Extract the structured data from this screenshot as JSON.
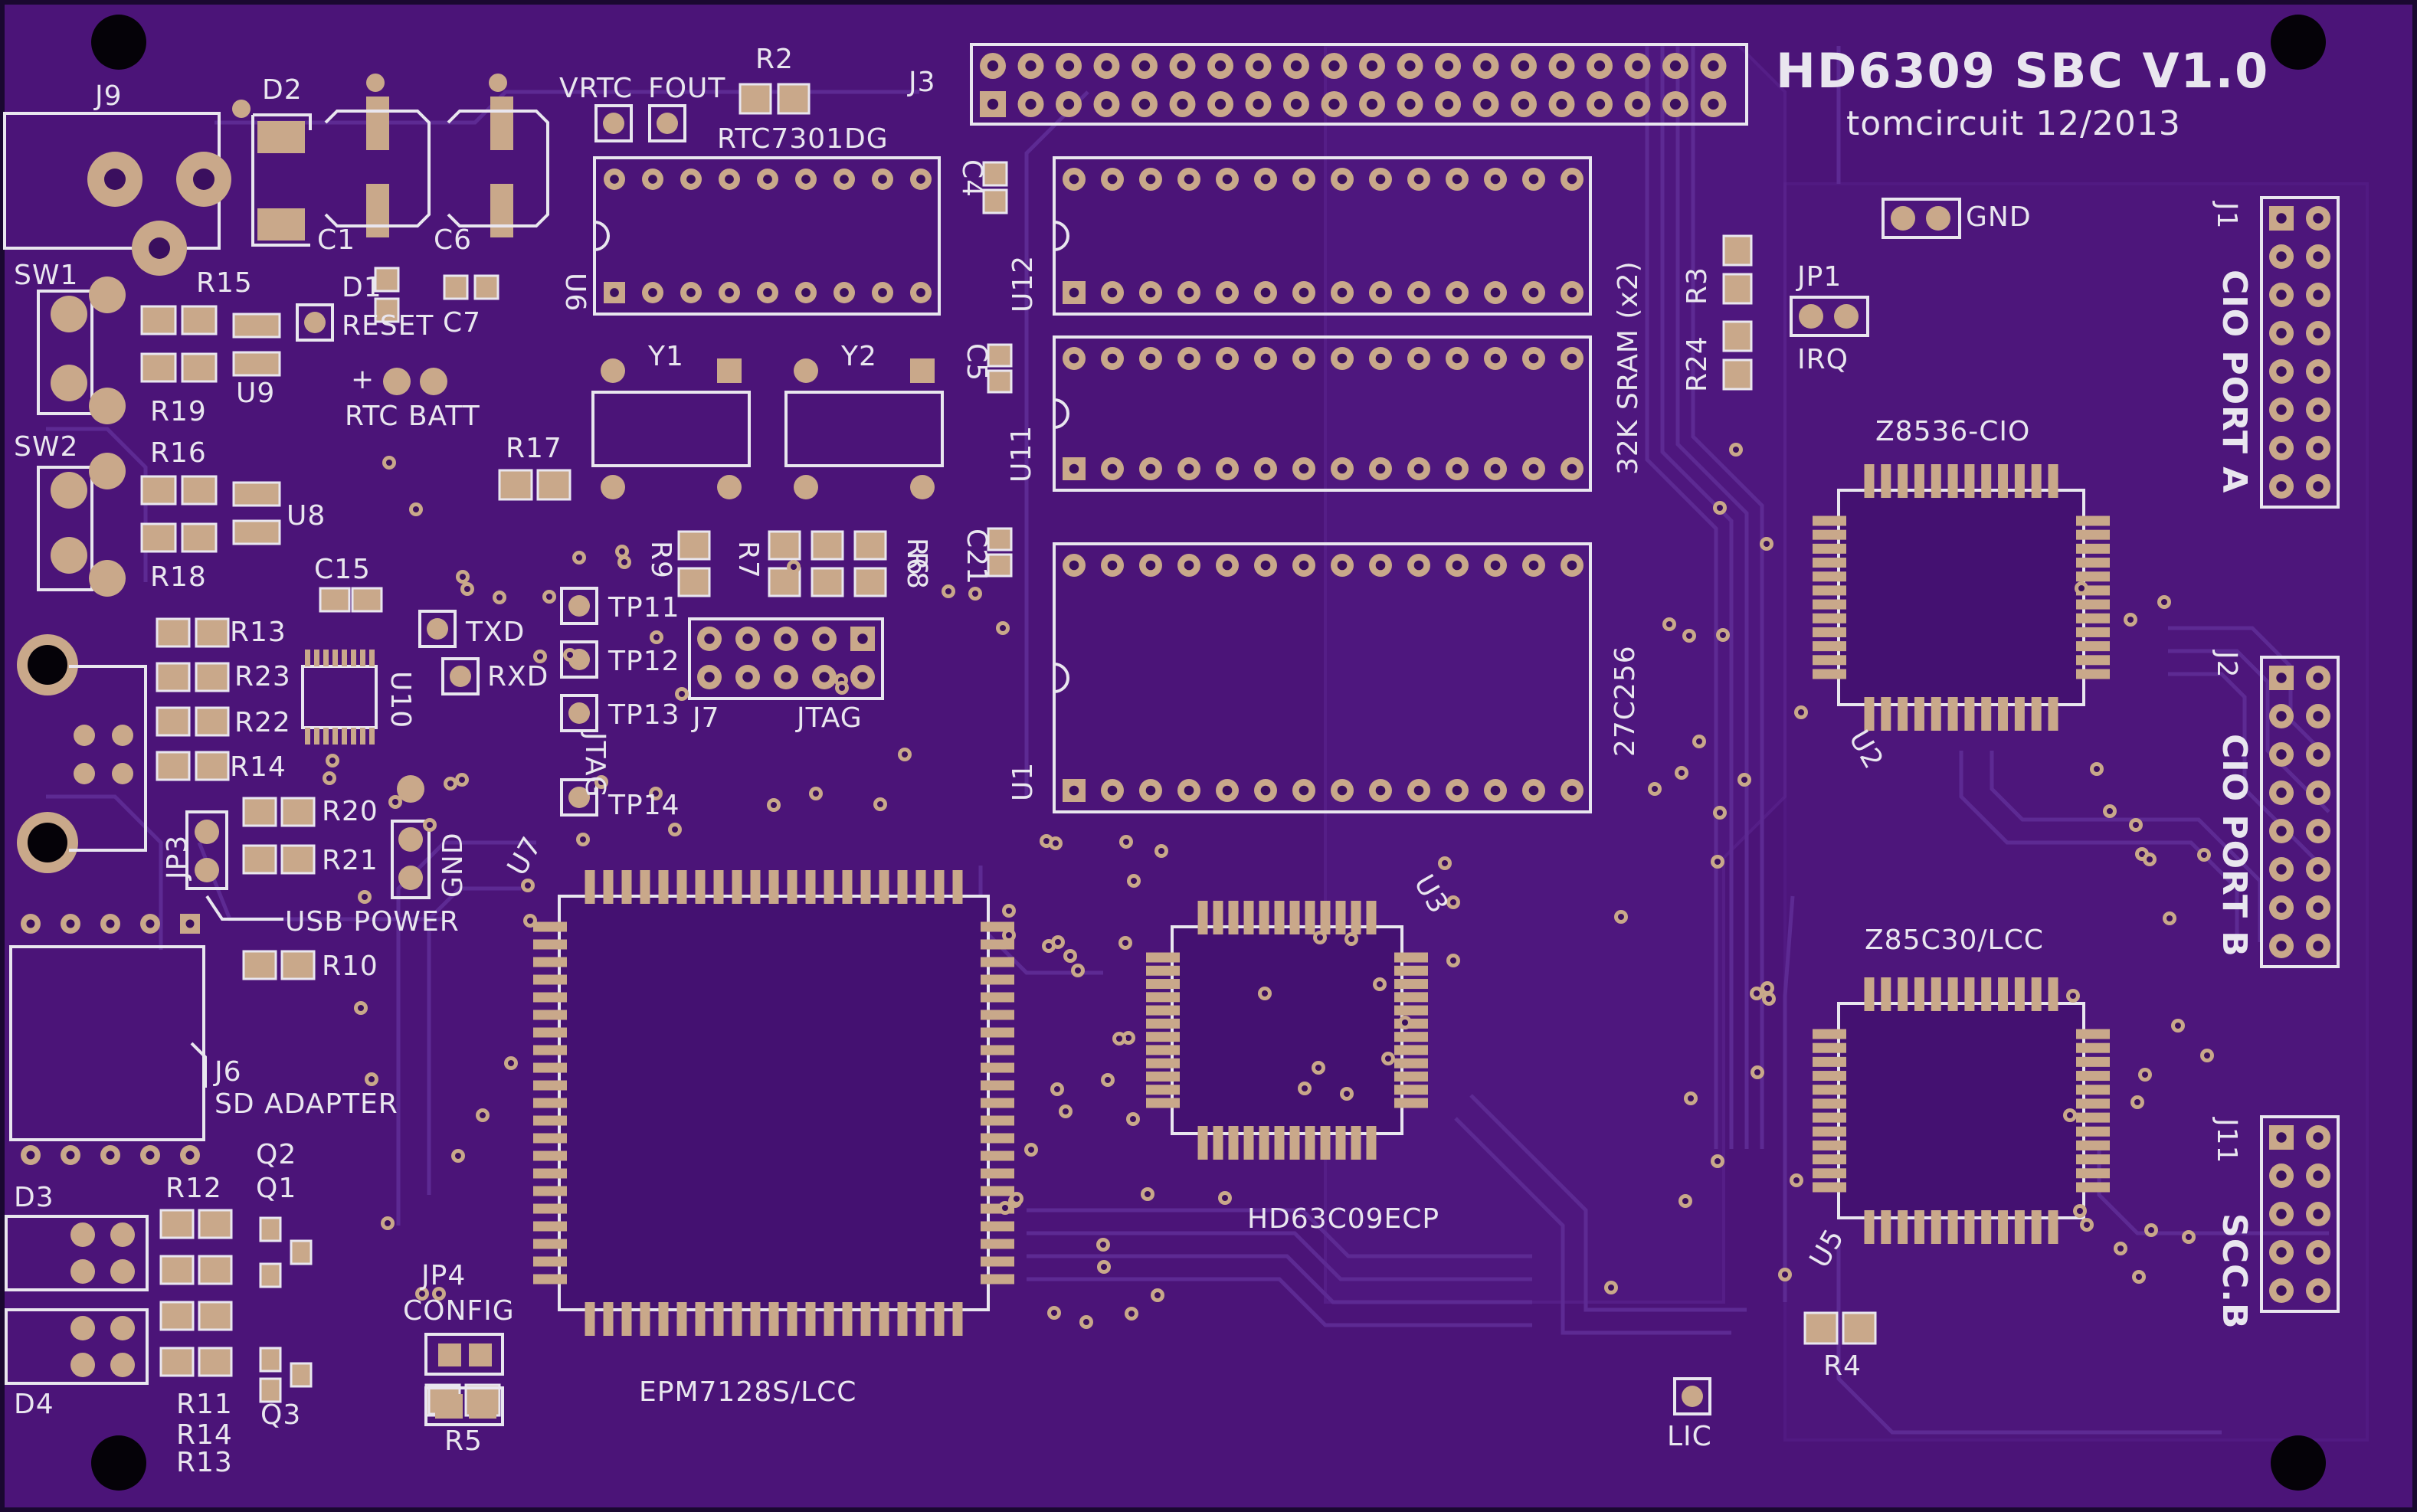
{
  "board": {
    "title": "HD6309 SBC  V1.0",
    "subtitle": "tomcircuit 12/2013",
    "colors": {
      "substrate": "#4b1478",
      "substrate_dark": "#3c0f64",
      "trace": "#5a2590",
      "pad": "#c9a88a",
      "drill": "#3a0f5e",
      "silk": "#e9e6ef",
      "outline": "#1a0830"
    }
  },
  "labels": {
    "j9": "J9",
    "d2": "D2",
    "c1": "C1",
    "c6": "C6",
    "vrtc": "VRTC",
    "fout": "FOUT",
    "r2": "R2",
    "j3": "J3",
    "rtc7301": "RTC7301DG",
    "u6": "U6",
    "c4": "C4",
    "u12": "U12",
    "sram": "32K SRAM (x2)",
    "r3": "R3",
    "r24": "R24",
    "gnd_top": "GND",
    "j1": "J1",
    "cio_a": "CIO PORT A",
    "jp1": "JP1",
    "irq": "IRQ",
    "z8536": "Z8536-CIO",
    "u2": "U2",
    "sw1": "SW1",
    "r15": "R15",
    "d1": "D1",
    "reset": "RESET",
    "c7": "C7",
    "r19": "R19",
    "u9": "U9",
    "rtc_plus": "+",
    "rtc_batt": "RTC BATT",
    "y1": "Y1",
    "y2": "Y2",
    "c5": "C5",
    "u11": "U11",
    "sw2": "SW2",
    "r16": "R16",
    "u8": "U8",
    "r17": "R17",
    "r18": "R18",
    "c15": "C15",
    "r9": "R9",
    "r7": "R7",
    "r6": "R6",
    "r8": "R8",
    "c21": "C21",
    "r13a": "R13",
    "r23": "R23",
    "r22": "R22",
    "r14a": "R14",
    "u10": "U10",
    "txd": "TXD",
    "rxd": "RXD",
    "tp11": "TP11",
    "tp12": "TP12",
    "tp13": "TP13",
    "tp14": "TP14",
    "jtag_v": "JTAG",
    "j7": "J7",
    "jtag": "JTAG",
    "c27c256": "27C256",
    "u1": "U1",
    "j2": "J2",
    "cio_b": "CIO PORT B",
    "jp3": "JP3",
    "r20": "R20",
    "r21": "R21",
    "gnd_left": "GND",
    "usb_power": "USB POWER",
    "u7": "U7",
    "u3": "U3",
    "z85c30": "Z85C30/LCC",
    "r10": "R10",
    "j6": "J6",
    "sd_adapter": "SD ADAPTER",
    "q2": "Q2",
    "q1": "Q1",
    "r12": "R12",
    "d3": "D3",
    "hd63c09": "HD63C09ECP",
    "j11": "J11",
    "scc_b": "SCC.B",
    "u5": "U5",
    "jp4": "JP4",
    "config": "CONFIG",
    "epm7128": "EPM7128S/LCC",
    "r4": "R4",
    "lic": "LIC",
    "d4": "D4",
    "r11": "R11",
    "r14b": "R14",
    "r13b": "R13",
    "q3": "Q3",
    "r5": "R5"
  },
  "icons": [
    "mounting-hole",
    "ic-socket",
    "plcc-socket",
    "pin-header",
    "via",
    "smd-pad"
  ]
}
